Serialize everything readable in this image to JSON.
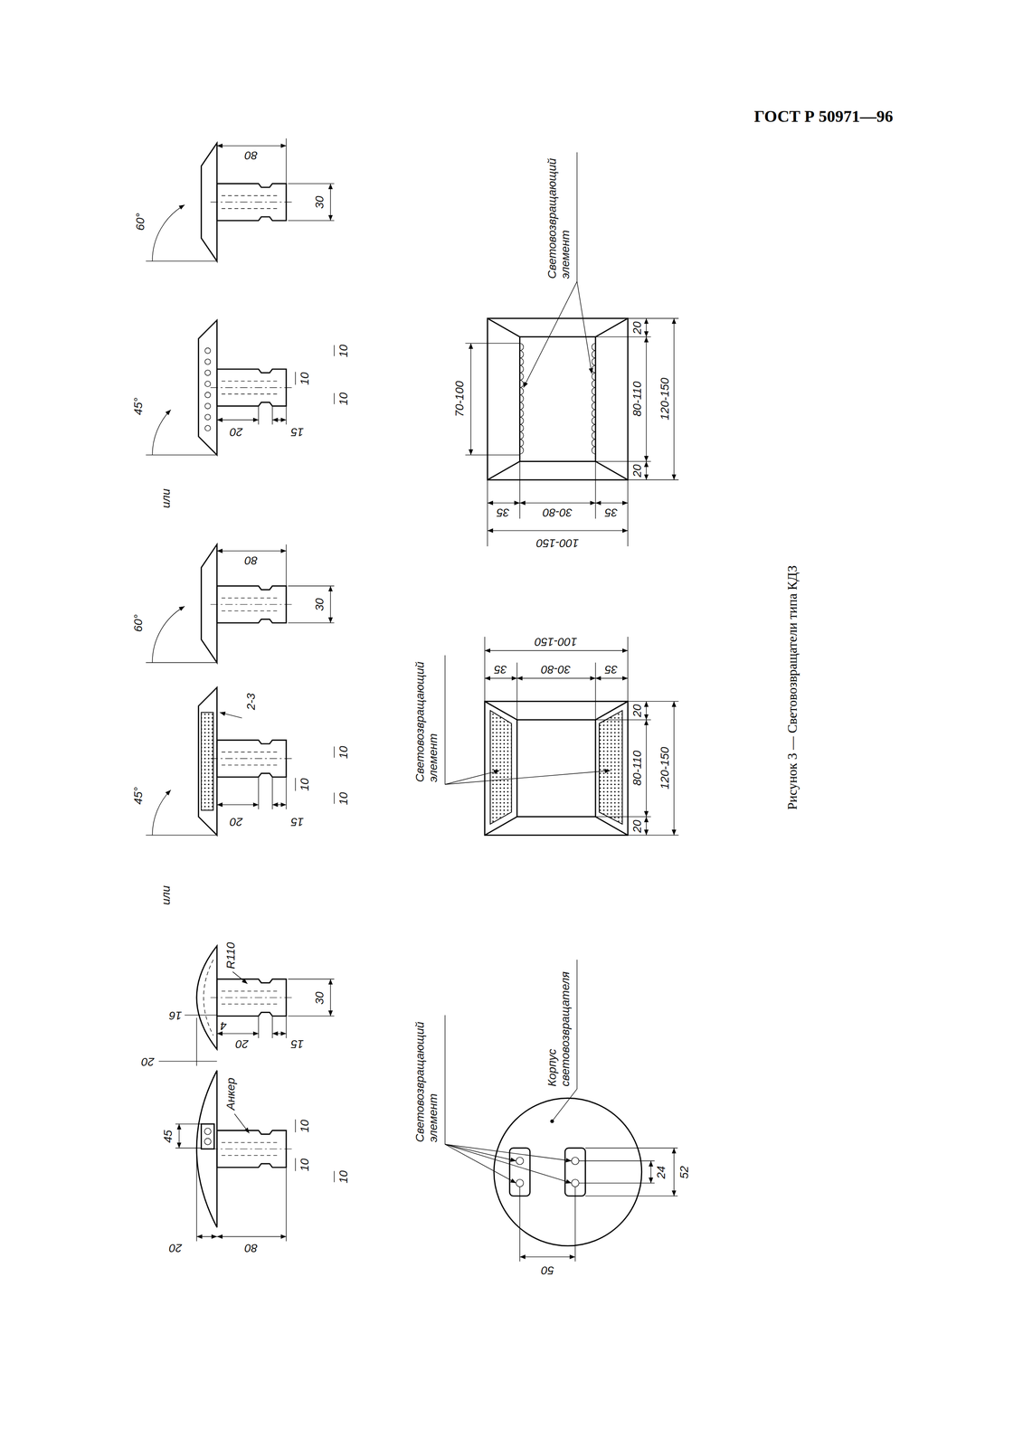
{
  "diagram": {
    "title": "ГОСТ Р 50971—96",
    "caption": "Рисунок 3 — Световозвращатели типа КДЗ",
    "labels": [
      "60°",
      "80",
      "30",
      "45°",
      "20",
      "15",
      "10",
      "10",
      "10",
      "или",
      "60°",
      "80",
      "30",
      "2-3",
      "45°",
      "20",
      "15",
      "10",
      "10",
      "10",
      "или",
      "R110",
      "16",
      "20",
      "4",
      "20",
      "15",
      "30",
      "45",
      "Анкер",
      "10",
      "10",
      "10",
      "20",
      "80",
      "Световозвращающий элемент",
      "70-100",
      "35",
      "30-80",
      "35",
      "100-150",
      "20",
      "80-110",
      "20",
      "120-150",
      "Световозвращающий элемент",
      "100-150",
      "35",
      "30-80",
      "35",
      "20",
      "80-110",
      "20",
      "120-150",
      "Световозвращающий элемент",
      "Корпус световозвращателя",
      "24",
      "52",
      "50"
    ]
  }
}
